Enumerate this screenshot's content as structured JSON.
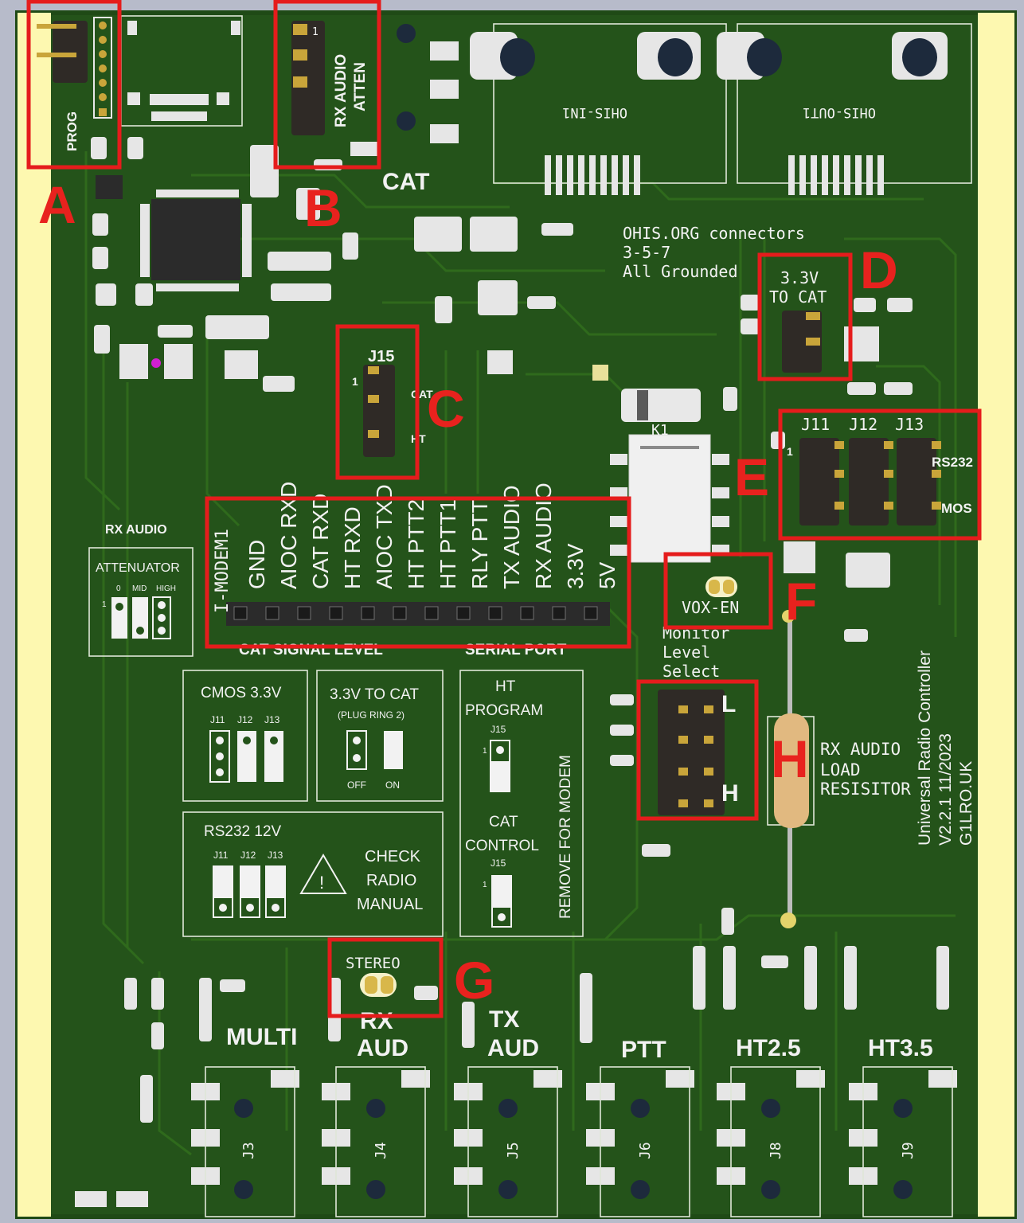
{
  "board": {
    "colors": {
      "pcb": "#24531a",
      "pcb_border": "#1f4a16",
      "edge_strip": "#fdf8b0",
      "silk": "#f2f2f2",
      "annot": "#e8221e",
      "background": "#b7bbca"
    },
    "markers": [
      "A",
      "B",
      "C",
      "D",
      "E",
      "F",
      "G",
      "H"
    ],
    "silkscreen": {
      "prog": "PROG",
      "rx_atten_1": "RX AUDIO",
      "rx_atten_2": "ATTEN",
      "pin1": "1",
      "cat": "CAT",
      "ohis_in": "OHIS-IN1",
      "ohis_out": "OHIS-OUT1",
      "ohis_note": [
        "OHIS.ORG connectors",
        "3-5-7",
        "All Grounded"
      ],
      "d_label": [
        "3.3V",
        "TO CAT"
      ],
      "j15": "J15",
      "c_cat": "CAT",
      "c_ht": "HT",
      "k1": "K1",
      "e_labels": [
        "J11",
        "J12",
        "J13"
      ],
      "e_rs232": "RS232",
      "e_cmos": "MOS",
      "modem_pins": [
        "I-MODEM1",
        "GND",
        "AIOC RXD",
        "CAT RXD",
        "HT RXD",
        "AIOC TXD",
        "HT PTT2",
        "HT PTT1",
        "RLY PTT",
        "TX AUDIO",
        "RX AUDIO",
        "3.3V",
        "5V"
      ],
      "cat_signal_level": "CAT SIGNAL LEVEL",
      "serial_port": "SERIAL PORT",
      "vox_en": "VOX-EN",
      "monitor": [
        "Monitor",
        "Level",
        "Select"
      ],
      "h_l": "L",
      "h_h": "H",
      "rx_audio_load": [
        "RX AUDIO",
        "LOAD",
        "RESISITOR"
      ],
      "version": [
        "Universal Radio Controller",
        "V2.2.1 11/2023",
        "G1LRO.UK"
      ],
      "rx_audio_box_title": "RX AUDIO",
      "attenuator": "ATTENUATOR",
      "atten_levels": [
        "0",
        "MID",
        "HIGH"
      ],
      "cmos_box": "CMOS 3.3V",
      "jlabels": [
        "J11",
        "J12",
        "J13"
      ],
      "cat33_box": [
        "3.3V TO CAT",
        "(PLUG RING 2)"
      ],
      "off": "OFF",
      "on": "ON",
      "ht_box": [
        "HT",
        "PROGRAM"
      ],
      "cat_box": [
        "CAT",
        "CONTROL"
      ],
      "remove_modem": "REMOVE FOR MODEM",
      "rs232_box": "RS232 12V",
      "check_radio": [
        "CHECK",
        "RADIO",
        "MANUAL"
      ],
      "stereo": "STEREO",
      "jacks": [
        {
          "label": "MULTI",
          "ref": "J3"
        },
        {
          "label": "RX AUD",
          "ref": "J4"
        },
        {
          "label": "TX AUD",
          "ref": "J5"
        },
        {
          "label": "PTT",
          "ref": "J6"
        },
        {
          "label": "HT2.5",
          "ref": "J8"
        },
        {
          "label": "HT3.5",
          "ref": "J9"
        }
      ],
      "rx_line1": "RX",
      "rx_line2": "AUD",
      "tx_line1": "TX",
      "tx_line2": "AUD"
    }
  }
}
